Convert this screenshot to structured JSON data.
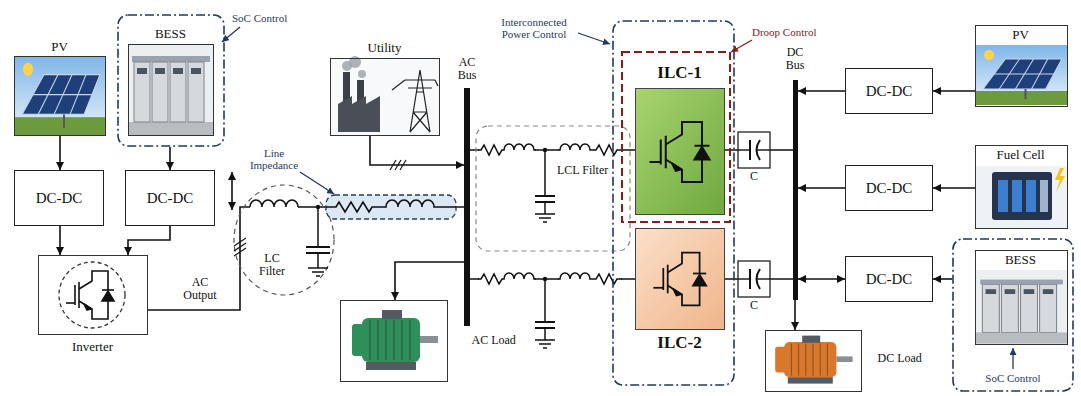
{
  "diagram": {
    "nodes": [
      {
        "text": [
          "PV"
        ]
      },
      {
        "text": [
          "SoC Control"
        ]
      },
      {
        "text": [
          "BESS"
        ],
        "in": 1
      },
      {
        "text": [
          "DC-DC"
        ]
      },
      {
        "text": [
          "DC-DC"
        ]
      },
      {
        "text": [
          "Inverter"
        ]
      },
      {
        "text": [
          "Utility"
        ]
      },
      {
        "text": [
          "AC Bus"
        ]
      },
      {
        "text": [
          "AC Load"
        ]
      },
      {
        "text": [
          "Interconnected Power Control"
        ]
      },
      {
        "text": [
          "ILC-1"
        ],
        "in": 9
      },
      {
        "text": [
          "ILC-2"
        ],
        "in": 9
      },
      {
        "text": [
          "DC Bus"
        ]
      },
      {
        "text": [
          "DC Load"
        ]
      },
      {
        "text": [
          "DC-DC"
        ]
      },
      {
        "text": [
          "DC-DC"
        ]
      },
      {
        "text": [
          "DC-DC"
        ]
      },
      {
        "text": [
          "PV"
        ]
      },
      {
        "text": [
          "Fuel Cell"
        ]
      },
      {
        "text": [
          "SoC Control"
        ]
      },
      {
        "text": [
          "BESS"
        ],
        "in": 19
      }
    ],
    "edges": [
      {
        "from": 0,
        "to": 3,
        "arrow": "to"
      },
      {
        "from": 1,
        "to": 4,
        "arrow": "to"
      },
      {
        "from": 3,
        "to": 5,
        "arrow": "to"
      },
      {
        "from": 4,
        "to": 5,
        "arrow": "to"
      },
      {
        "from": 5,
        "to": 7,
        "arrow": "none"
      },
      {
        "from": 6,
        "to": 7,
        "arrow": "to"
      },
      {
        "from": 7,
        "to": 8,
        "arrow": "to"
      },
      {
        "from": 7,
        "to": 10,
        "arrow": "none"
      },
      {
        "from": 7,
        "to": 11,
        "arrow": "none"
      },
      {
        "from": 10,
        "to": 12,
        "arrow": "none"
      },
      {
        "from": 11,
        "to": 12,
        "arrow": "none"
      },
      {
        "from": 12,
        "to": 13,
        "arrow": "to"
      },
      {
        "from": 14,
        "to": 12,
        "arrow": "to"
      },
      {
        "from": 15,
        "to": 12,
        "arrow": "to"
      },
      {
        "from": 16,
        "to": 12,
        "arrow": "both"
      },
      {
        "from": 17,
        "to": 14,
        "arrow": "to"
      },
      {
        "from": 18,
        "to": 15,
        "arrow": "to"
      },
      {
        "from": 19,
        "to": 16,
        "arrow": "to"
      }
    ],
    "labels": [
      "AC Output",
      "Line Impedance",
      "LC Filter",
      "LCL Filter",
      "Droop Control",
      "C",
      "C"
    ]
  }
}
